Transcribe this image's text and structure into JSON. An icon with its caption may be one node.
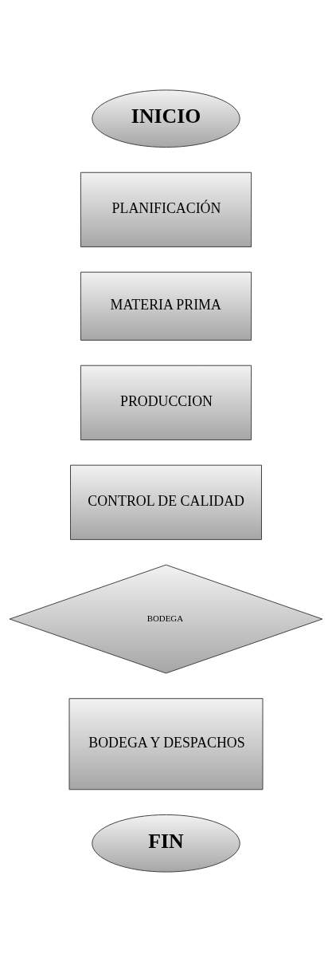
{
  "diagram": {
    "nodes": [
      {
        "text": [
          "INICIO"
        ]
      },
      {
        "text": [
          "PLANIFICACIÓN"
        ]
      },
      {
        "text": [
          "MATERIA PRIMA"
        ]
      },
      {
        "text": [
          "PRODUCCION"
        ]
      },
      {
        "text": [
          "CONTROL DE CALIDAD"
        ]
      },
      {
        "text": [
          "BODEGA"
        ]
      },
      {
        "text": [
          "BODEGA Y DESPACHOS"
        ]
      },
      {
        "text": [
          "FIN"
        ]
      }
    ]
  }
}
